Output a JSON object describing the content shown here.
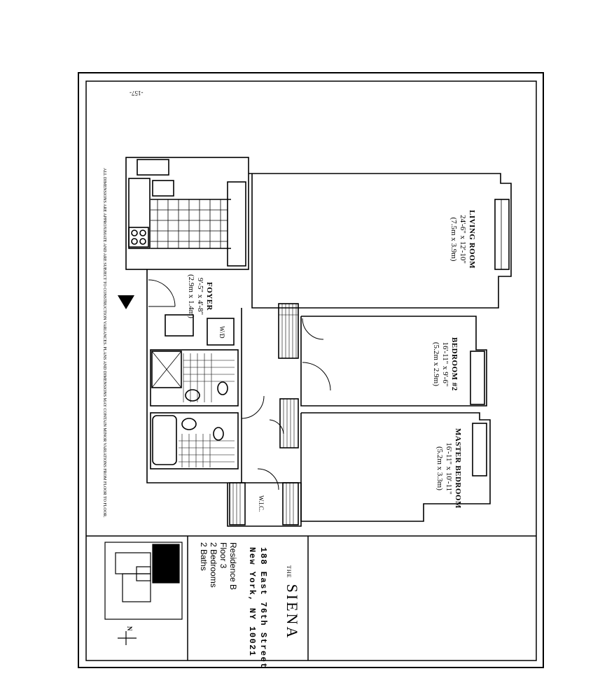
{
  "page_number": "-157-",
  "disclaimer": "ALL DIMENSIONS ARE APPROXIMATE AND ARE SUBJECT TO CONSTRUCTION VARIANCES. PLANS AND DIMENSIONS MAY CONTAIN MINOR VARIATIONS FROM FLOOR TO FLOOR.",
  "rooms": {
    "living": {
      "name": "LIVING ROOM",
      "imperial": "24'-6\" x 12'-10\"",
      "metric": "(7.5m x 3.9m)"
    },
    "bedroom2": {
      "name": "BEDROOM #2",
      "imperial": "16'-11\" x 9'-6\"",
      "metric": "(5.2m x 2.9m)"
    },
    "master": {
      "name": "MASTER BEDROOM",
      "imperial": "16'-11\" x 10'-11\"",
      "metric": "(5.2m x 3.3m)"
    },
    "foyer": {
      "name": "FOYER",
      "imperial": "9'-5\" x 4'-8\"",
      "metric": "(2.9m x 1.4m)"
    },
    "wd": {
      "name": "W/D"
    },
    "wic": {
      "name": "W.I.C."
    }
  },
  "building": {
    "logo_small": "THE",
    "logo_name": "SIENA",
    "address_line1": "188 East 76th Street",
    "address_line2": "New York, NY 10021"
  },
  "unit": {
    "residence": "Residence B",
    "floor": "Floor 3",
    "bedrooms": "2 Bedrooms",
    "baths": "2 Baths"
  },
  "north_label": "N"
}
